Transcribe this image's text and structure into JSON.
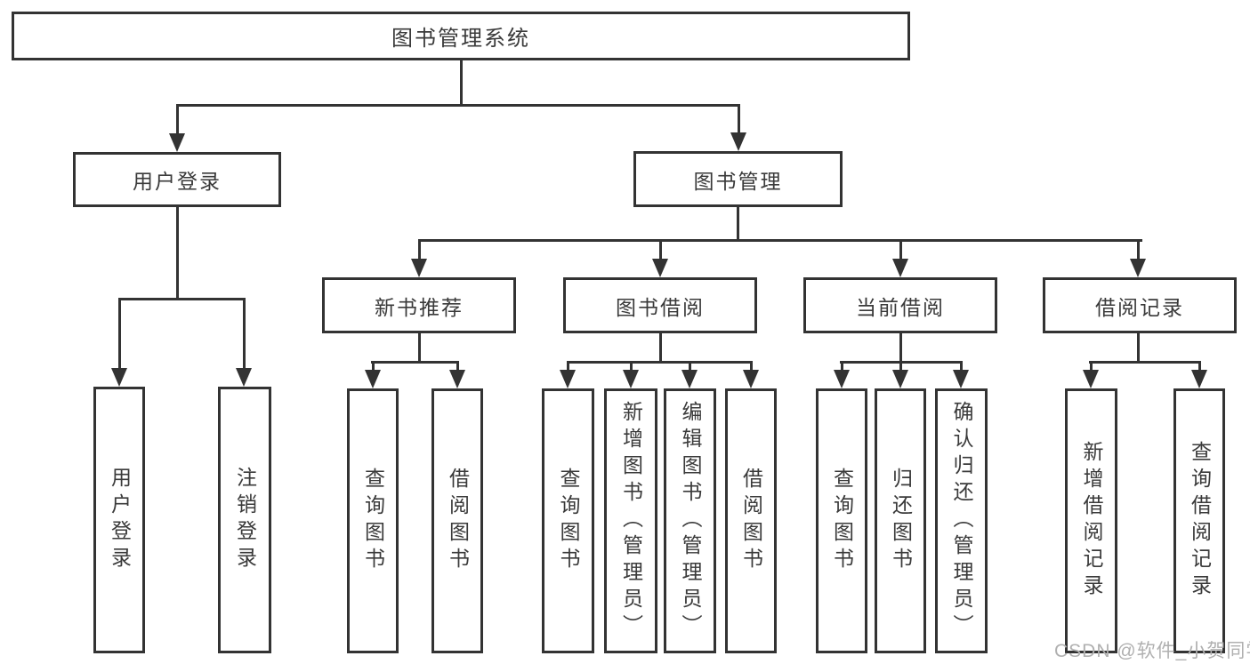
{
  "diagram": {
    "root": {
      "label": "图书管理系统"
    },
    "branches": [
      {
        "label": "用户登录",
        "children": [
          {
            "label": "用户登录"
          },
          {
            "label": "注销登录"
          }
        ]
      },
      {
        "label": "图书管理",
        "children": [
          {
            "label": "新书推荐",
            "children": [
              {
                "label": "查询图书"
              },
              {
                "label": "借阅图书"
              }
            ]
          },
          {
            "label": "图书借阅",
            "children": [
              {
                "label": "查询图书"
              },
              {
                "label": "新增图书（管理员）"
              },
              {
                "label": "编辑图书（管理员）"
              },
              {
                "label": "借阅图书"
              }
            ]
          },
          {
            "label": "当前借阅",
            "children": [
              {
                "label": "查询图书"
              },
              {
                "label": "归还图书"
              },
              {
                "label": "确认归还（管理员）"
              }
            ]
          },
          {
            "label": "借阅记录",
            "children": [
              {
                "label": "新增借阅记录"
              },
              {
                "label": "查询借阅记录"
              }
            ]
          }
        ]
      }
    ]
  },
  "watermark": {
    "text": "CSDN @软件_小贺同学"
  },
  "colors": {
    "line": "#333333",
    "text": "#3a3a3a",
    "watermark": "#b0b0b0",
    "background": "#ffffff"
  }
}
